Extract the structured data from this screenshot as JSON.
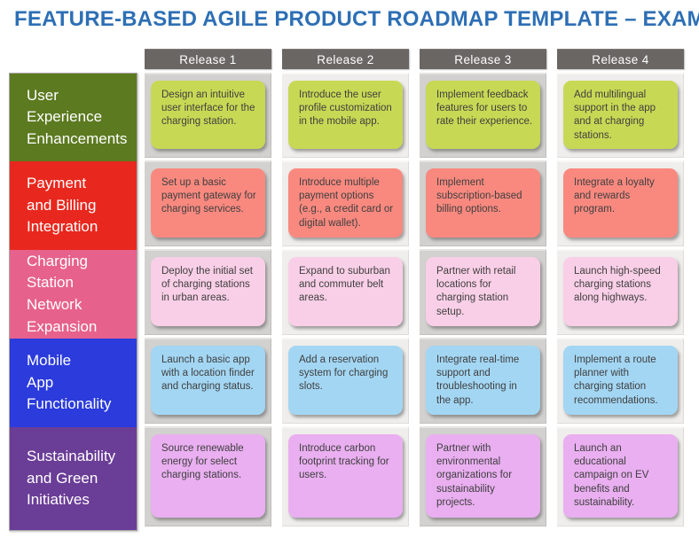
{
  "title": "FEATURE-BASED AGILE PRODUCT ROADMAP TEMPLATE – EXAMPLE",
  "colors": {
    "title": "#2d6fb5",
    "column_header_bg": "#696663",
    "column_header_text": "#ffffff",
    "cell_bg_dark_columns": "#d2d1cf",
    "cell_bg_light_columns": "#efeeec",
    "note_text": "#3f3f3f"
  },
  "board": {
    "columns": [
      "Release 1",
      "Release 2",
      "Release 3",
      "Release 4"
    ],
    "rows": [
      {
        "label": "User\nExperience\nEnhancements",
        "header_color": "#5c7a20",
        "note_color": "#c7d954",
        "notes": [
          "Design an intuitive user interface for the charging station.",
          "Introduce the user profile customization in the mobile app.",
          "Implement feedback features for users to rate their experience.",
          "Add multilingual support in the app and at charging stations."
        ]
      },
      {
        "label": "Payment\nand Billing\nIntegration",
        "header_color": "#e8281e",
        "note_color": "#f9897f",
        "notes": [
          "Set up a basic payment gateway for charging services.",
          "Introduce multiple payment options (e.g., a credit card or digital wallet).",
          "Implement subscription-based billing options.",
          "Integrate a loyalty and rewards program."
        ]
      },
      {
        "label": "Charging\nStation\nNetwork\nExpansion",
        "header_color": "#e7618d",
        "note_color": "#f9cfe7",
        "notes": [
          "Deploy the initial set of charging stations in urban areas.",
          "Expand to suburban and commuter belt areas.",
          "Partner with retail locations for charging station setup.",
          "Launch high-speed charging stations along highways."
        ]
      },
      {
        "label": "Mobile\nApp\nFunctionality",
        "header_color": "#2b3bdc",
        "note_color": "#a3d6f3",
        "notes": [
          "Launch a basic app with a location finder and charging status.",
          "Add a reservation system for charging slots.",
          "Integrate real-time support and troubleshooting in the app.",
          "Implement a route planner with charging station recommendations."
        ]
      },
      {
        "label": "Sustainability\nand Green\nInitiatives",
        "header_color": "#6a3d97",
        "note_color": "#e9aff0",
        "notes": [
          "Source renewable energy for select charging stations.",
          "Introduce carbon footprint tracking for users.",
          "Partner with environmental organizations for sustainability projects.",
          "Launch an educational campaign on EV benefits and sustainability."
        ]
      }
    ]
  }
}
